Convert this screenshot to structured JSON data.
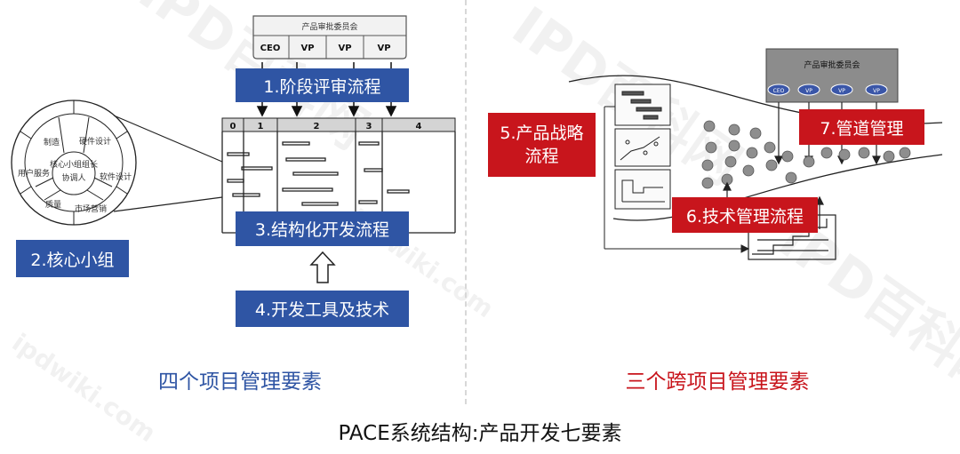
{
  "committee_title": "产品审批委员会",
  "committee_members": [
    "CEO",
    "VP",
    "VP",
    "VP"
  ],
  "left": {
    "stage_review": "1.阶段评审流程",
    "core_team": "2.核心小组",
    "structured_dev": "3.结构化开发流程",
    "dev_tools": "4.开发工具及技术",
    "phase_numbers": [
      "0",
      "1",
      "2",
      "3",
      "4"
    ],
    "wheel_center_top": "核心小组组长",
    "wheel_center_main": "协调人",
    "wheel_segments": [
      "制造",
      "硬件设计",
      "软件设计",
      "市场营销",
      "质量",
      "用户服务"
    ],
    "caption": "四个项目管理要素"
  },
  "right": {
    "product_strategy": "5.产品战略流程",
    "tech_mgmt": "6.技术管理流程",
    "pipeline_mgmt": "7.管道管理",
    "caption": "三个跨项目管理要素"
  },
  "footer_title": "PACE系统结构:产品开发七要素",
  "watermark_brand": "IPD百科网",
  "watermark_url": "ipdwiki.com",
  "colors": {
    "blue": "#2f55a4",
    "red": "#c8151c"
  }
}
